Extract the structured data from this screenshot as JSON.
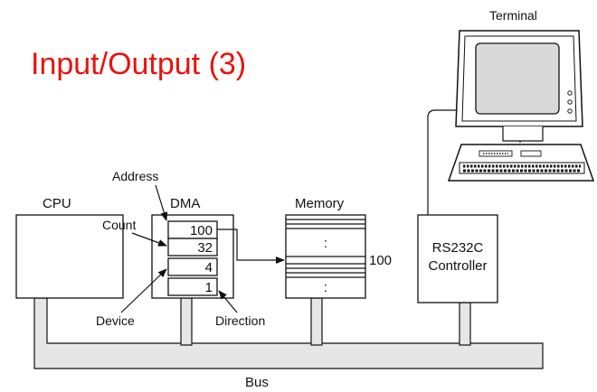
{
  "title": "Input/Output (3)",
  "labels": {
    "terminal": "Terminal",
    "address": "Address",
    "cpu": "CPU",
    "dma": "DMA",
    "memory": "Memory",
    "count": "Count",
    "device": "Device",
    "direction": "Direction",
    "bus": "Bus",
    "memory_address": "100",
    "controller_line1": "RS232C",
    "controller_line2": "Controller"
  },
  "dma_registers": [
    "100",
    "32",
    "4",
    "1"
  ],
  "memory_dots": [
    ":",
    ":"
  ],
  "colors": {
    "title": "#e8130e",
    "bus": "#e6e6e6",
    "screen": "#d9d9d9"
  }
}
